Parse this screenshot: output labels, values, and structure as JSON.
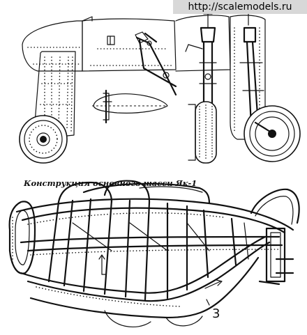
{
  "watermark": "http://scalemodels.ru",
  "caption": "Конструкция основного шасси Як-1",
  "callout_label": "3"
}
